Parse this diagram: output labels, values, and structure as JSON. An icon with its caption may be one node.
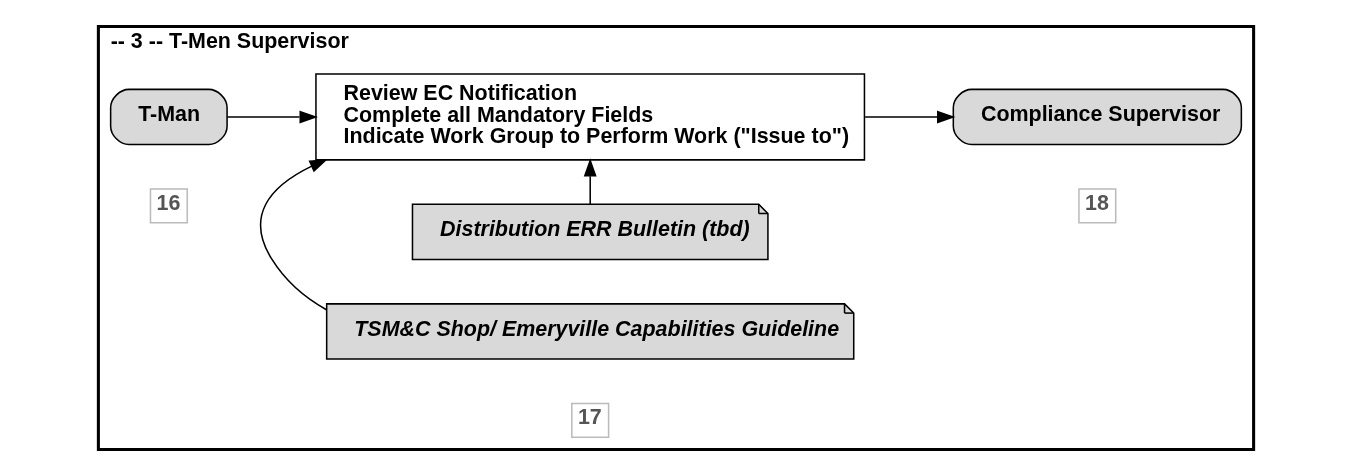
{
  "diagram": {
    "nodes": [
      {
        "text": [
          "-- 3 -- T-Men Supervisor"
        ]
      },
      {
        "text": [
          "Distribution ERR Bulletin (tbd)"
        ],
        "in": 0
      },
      {
        "text": [
          "TSM&C Shop/ Emeryville Capabilities Guideline"
        ],
        "in": 0
      },
      {
        "text": [
          "T-Man"
        ],
        "in": 0
      },
      {
        "text": [
          "Review EC Notification",
          "Complete all Mandatory Fields",
          "Indicate Work Group to Perform Work (\"Issue to\")"
        ],
        "in": 0
      },
      {
        "text": [
          "Compliance Supervisor"
        ],
        "in": 0
      }
    ],
    "edges": [
      {
        "from": 1,
        "to": 4,
        "arrow": "to"
      },
      {
        "from": 2,
        "to": 4,
        "arrow": "to"
      },
      {
        "from": 3,
        "to": 4,
        "arrow": "to"
      },
      {
        "from": 4,
        "to": 5,
        "arrow": "to"
      }
    ],
    "labels": [
      "16",
      "17",
      "18"
    ]
  }
}
